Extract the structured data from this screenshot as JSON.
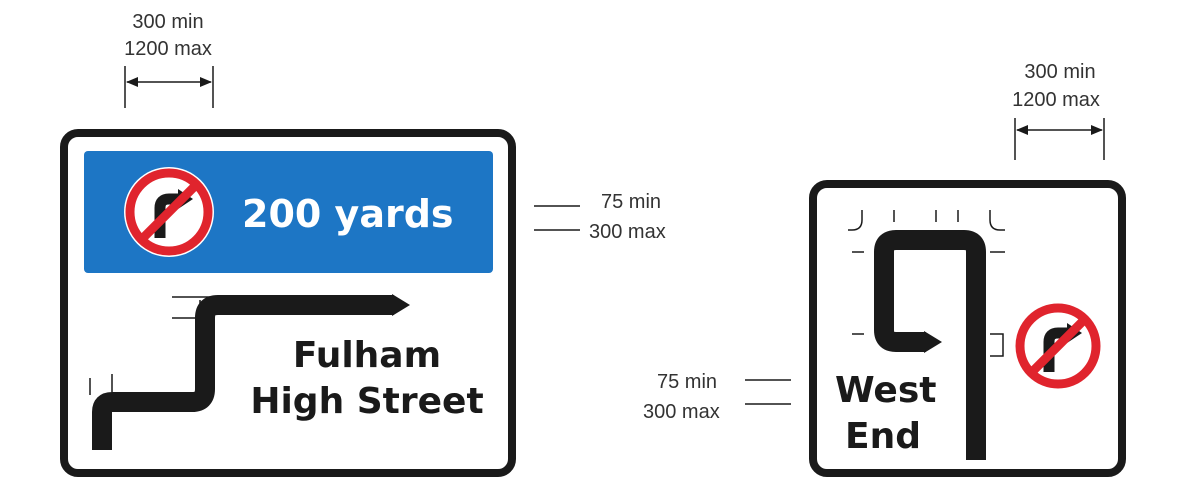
{
  "colors": {
    "sign_border": "#1a1a1a",
    "sign_background": "#ffffff",
    "panel_blue": "#1d76c5",
    "prohibition_red": "#e0242d",
    "dimension_text": "#333333",
    "route_black": "#1a1a1a"
  },
  "dimensions": {
    "left_arrow": {
      "min": "300 min",
      "max": "1200 max"
    },
    "right_arrow": {
      "min": "300 min",
      "max": "1200 max"
    },
    "left_gap": {
      "min": "75 min",
      "max": "300 max"
    },
    "right_gap": {
      "min": "75 min",
      "max": "300 max"
    }
  },
  "sign_left": {
    "panel_text": "200 yards",
    "panel_icon": "no-right-turn-icon",
    "destination_line1": "Fulham",
    "destination_line2": "High Street"
  },
  "sign_right": {
    "destination_line1": "West",
    "destination_line2": "End",
    "icon": "no-right-turn-icon"
  }
}
